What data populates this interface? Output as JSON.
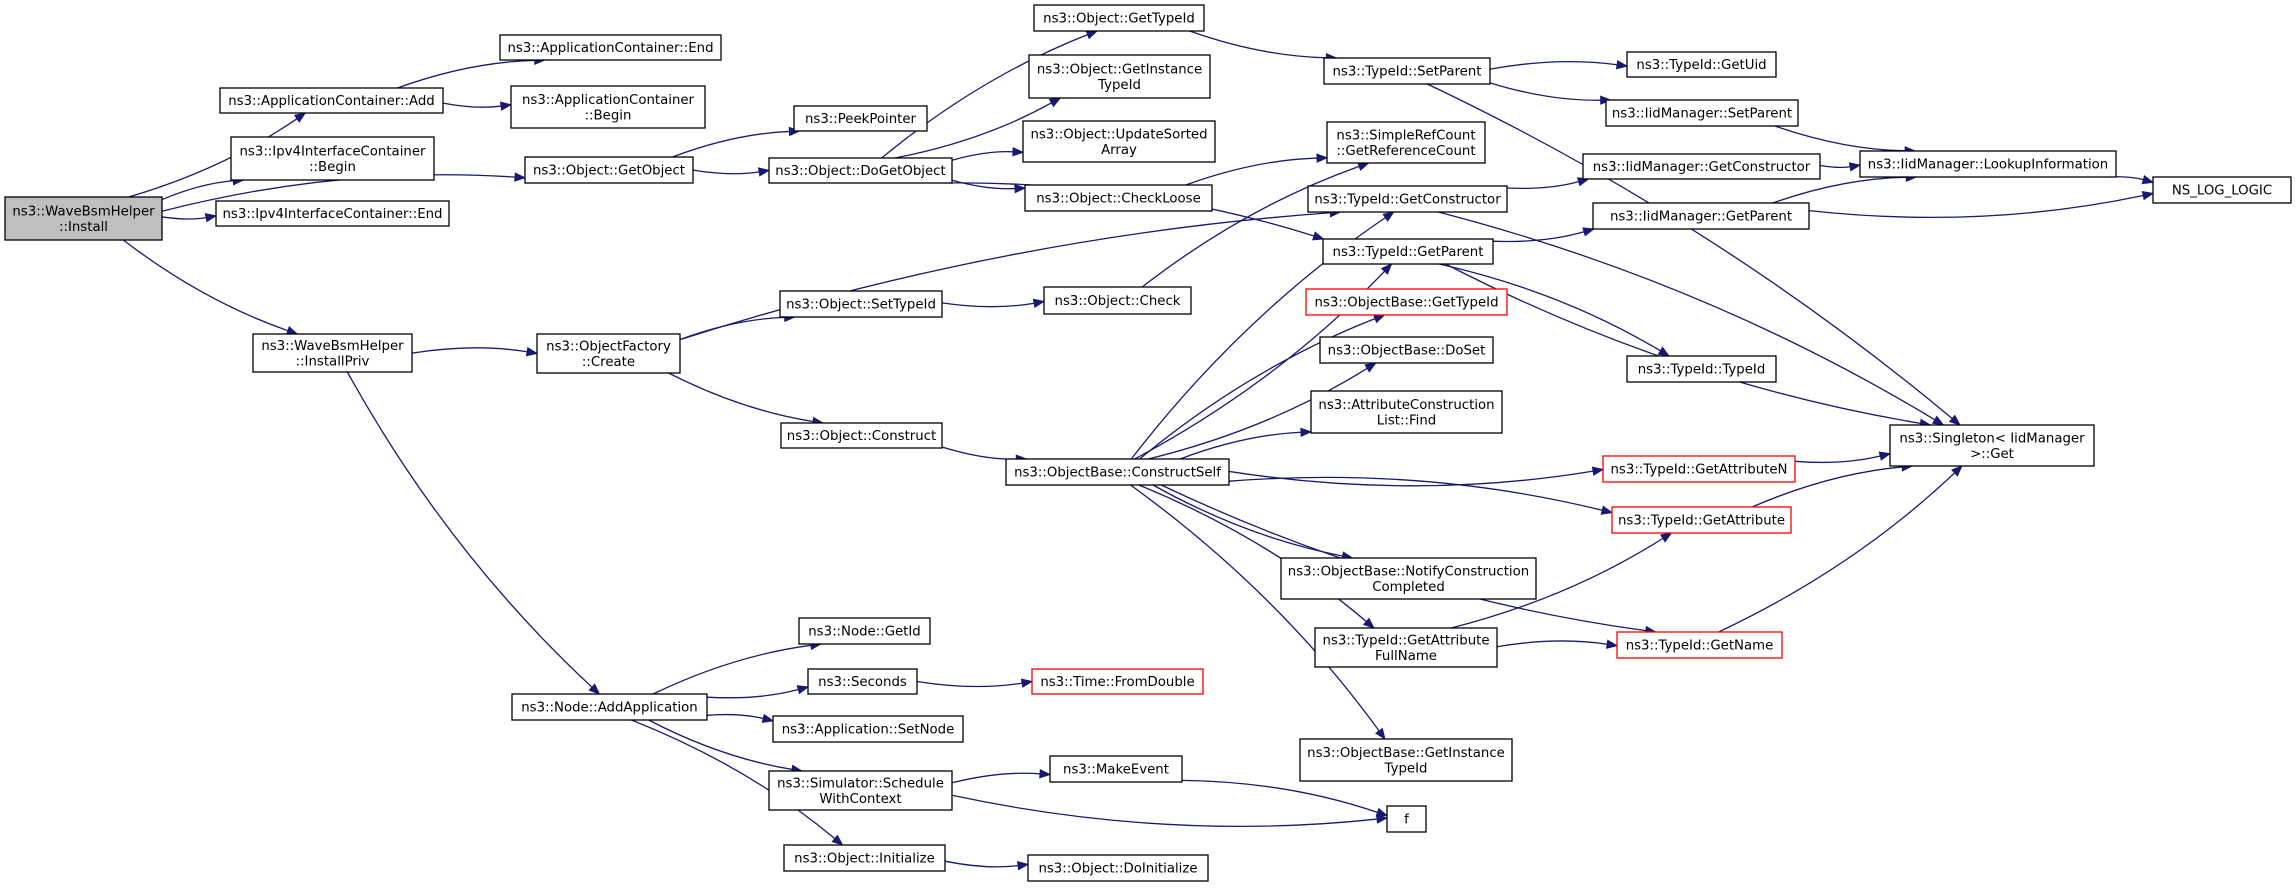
{
  "colors": {
    "edge": "#191970",
    "root_fill": "#bfbfbf",
    "red_border": "#ff0000",
    "border": "#000000"
  },
  "nodes": [
    {
      "id": "root",
      "lines": [
        "ns3::WaveBsmHelper",
        "::Install"
      ],
      "style": "root"
    },
    {
      "id": "appAdd",
      "lines": [
        "ns3::ApplicationContainer::Add"
      ]
    },
    {
      "id": "ipv4Begin",
      "lines": [
        "ns3::Ipv4InterfaceContainer",
        "::Begin"
      ]
    },
    {
      "id": "ipv4End",
      "lines": [
        "ns3::Ipv4InterfaceContainer::End"
      ]
    },
    {
      "id": "installPriv",
      "lines": [
        "ns3::WaveBsmHelper",
        "::InstallPriv"
      ]
    },
    {
      "id": "appEnd",
      "lines": [
        "ns3::ApplicationContainer::End"
      ]
    },
    {
      "id": "appBegin",
      "lines": [
        "ns3::ApplicationContainer",
        "::Begin"
      ]
    },
    {
      "id": "getObject",
      "lines": [
        "ns3::Object::GetObject"
      ]
    },
    {
      "id": "peek",
      "lines": [
        "ns3::PeekPointer"
      ]
    },
    {
      "id": "doGetObject",
      "lines": [
        "ns3::Object::DoGetObject"
      ]
    },
    {
      "id": "objGetTypeId",
      "lines": [
        "ns3::Object::GetTypeId"
      ]
    },
    {
      "id": "objGetInstTypeId",
      "lines": [
        "ns3::Object::GetInstance",
        "TypeId"
      ]
    },
    {
      "id": "updateSorted",
      "lines": [
        "ns3::Object::UpdateSorted",
        "Array"
      ]
    },
    {
      "id": "checkLoose",
      "lines": [
        "ns3::Object::CheckLoose"
      ]
    },
    {
      "id": "setParent",
      "lines": [
        "ns3::TypeId::SetParent"
      ]
    },
    {
      "id": "getUid",
      "lines": [
        "ns3::TypeId::GetUid"
      ]
    },
    {
      "id": "iidSetParent",
      "lines": [
        "ns3::IidManager::SetParent"
      ]
    },
    {
      "id": "simpleRef",
      "lines": [
        "ns3::SimpleRefCount",
        "::GetReferenceCount"
      ]
    },
    {
      "id": "iidGetCtor",
      "lines": [
        "ns3::IidManager::GetConstructor"
      ]
    },
    {
      "id": "lookup",
      "lines": [
        "ns3::IidManager::LookupInformation"
      ]
    },
    {
      "id": "nsLog",
      "lines": [
        "NS_LOG_LOGIC"
      ]
    },
    {
      "id": "typeGetCtor",
      "lines": [
        "ns3::TypeId::GetConstructor"
      ]
    },
    {
      "id": "typeGetParent",
      "lines": [
        "ns3::TypeId::GetParent"
      ]
    },
    {
      "id": "iidGetParent",
      "lines": [
        "ns3::IidManager::GetParent"
      ]
    },
    {
      "id": "objBaseGetTypeId",
      "lines": [
        "ns3::ObjectBase::GetTypeId"
      ],
      "style": "red"
    },
    {
      "id": "typeTypeId",
      "lines": [
        "ns3::TypeId::TypeId"
      ]
    },
    {
      "id": "doSet",
      "lines": [
        "ns3::ObjectBase::DoSet"
      ]
    },
    {
      "id": "attrFind",
      "lines": [
        "ns3::AttributeConstruction",
        "List::Find"
      ]
    },
    {
      "id": "singleton",
      "lines": [
        "ns3::Singleton< IidManager",
        ">::Get"
      ]
    },
    {
      "id": "setTypeId",
      "lines": [
        "ns3::Object::SetTypeId"
      ]
    },
    {
      "id": "objCheck",
      "lines": [
        "ns3::Object::Check"
      ]
    },
    {
      "id": "factoryCreate",
      "lines": [
        "ns3::ObjectFactory",
        "::Create"
      ]
    },
    {
      "id": "construct",
      "lines": [
        "ns3::Object::Construct"
      ]
    },
    {
      "id": "constructSelf",
      "lines": [
        "ns3::ObjectBase::ConstructSelf"
      ]
    },
    {
      "id": "getAttrN",
      "lines": [
        "ns3::TypeId::GetAttributeN"
      ],
      "style": "red"
    },
    {
      "id": "getAttr",
      "lines": [
        "ns3::TypeId::GetAttribute"
      ],
      "style": "red"
    },
    {
      "id": "notifyConstr",
      "lines": [
        "ns3::ObjectBase::NotifyConstruction",
        "Completed"
      ]
    },
    {
      "id": "getAttrFull",
      "lines": [
        "ns3::TypeId::GetAttribute",
        "FullName"
      ]
    },
    {
      "id": "getName",
      "lines": [
        "ns3::TypeId::GetName"
      ],
      "style": "red"
    },
    {
      "id": "objBaseGetInst",
      "lines": [
        "ns3::ObjectBase::GetInstance",
        "TypeId"
      ]
    },
    {
      "id": "nodeGetId",
      "lines": [
        "ns3::Node::GetId"
      ]
    },
    {
      "id": "seconds",
      "lines": [
        "ns3::Seconds"
      ]
    },
    {
      "id": "timeFromDouble",
      "lines": [
        "ns3::Time::FromDouble"
      ],
      "style": "red"
    },
    {
      "id": "addApp",
      "lines": [
        "ns3::Node::AddApplication"
      ]
    },
    {
      "id": "appSetNode",
      "lines": [
        "ns3::Application::SetNode"
      ]
    },
    {
      "id": "schedule",
      "lines": [
        "ns3::Simulator::Schedule",
        "WithContext"
      ]
    },
    {
      "id": "makeEvent",
      "lines": [
        "ns3::MakeEvent"
      ]
    },
    {
      "id": "f",
      "lines": [
        "f"
      ]
    },
    {
      "id": "objInit",
      "lines": [
        "ns3::Object::Initialize"
      ]
    },
    {
      "id": "doInit",
      "lines": [
        "ns3::Object::DoInitialize"
      ]
    }
  ],
  "edges": [
    [
      "root",
      "appAdd"
    ],
    [
      "root",
      "ipv4Begin"
    ],
    [
      "root",
      "ipv4End"
    ],
    [
      "root",
      "getObject"
    ],
    [
      "root",
      "installPriv"
    ],
    [
      "appAdd",
      "appEnd"
    ],
    [
      "appAdd",
      "appBegin"
    ],
    [
      "getObject",
      "peek"
    ],
    [
      "getObject",
      "doGetObject"
    ],
    [
      "doGetObject",
      "objGetTypeId"
    ],
    [
      "doGetObject",
      "objGetInstTypeId"
    ],
    [
      "doGetObject",
      "updateSorted"
    ],
    [
      "doGetObject",
      "checkLoose"
    ],
    [
      "doGetObject",
      "typeGetParent"
    ],
    [
      "objGetTypeId",
      "setParent"
    ],
    [
      "setParent",
      "getUid"
    ],
    [
      "setParent",
      "iidSetParent"
    ],
    [
      "setParent",
      "singleton"
    ],
    [
      "iidSetParent",
      "lookup"
    ],
    [
      "checkLoose",
      "simpleRef"
    ],
    [
      "typeGetCtor",
      "iidGetCtor"
    ],
    [
      "typeGetCtor",
      "singleton"
    ],
    [
      "iidGetCtor",
      "lookup"
    ],
    [
      "lookup",
      "nsLog"
    ],
    [
      "typeGetParent",
      "iidGetParent"
    ],
    [
      "typeGetParent",
      "typeTypeId"
    ],
    [
      "typeGetParent",
      "singleton"
    ],
    [
      "iidGetParent",
      "lookup"
    ],
    [
      "iidGetParent",
      "nsLog"
    ],
    [
      "installPriv",
      "factoryCreate"
    ],
    [
      "installPriv",
      "addApp"
    ],
    [
      "factoryCreate",
      "setTypeId"
    ],
    [
      "factoryCreate",
      "construct"
    ],
    [
      "factoryCreate",
      "typeGetCtor"
    ],
    [
      "setTypeId",
      "objCheck"
    ],
    [
      "objCheck",
      "simpleRef"
    ],
    [
      "construct",
      "constructSelf"
    ],
    [
      "constructSelf",
      "typeGetCtor"
    ],
    [
      "constructSelf",
      "typeGetParent"
    ],
    [
      "constructSelf",
      "objBaseGetTypeId"
    ],
    [
      "constructSelf",
      "doSet"
    ],
    [
      "constructSelf",
      "attrFind"
    ],
    [
      "constructSelf",
      "getAttrN"
    ],
    [
      "constructSelf",
      "getAttr"
    ],
    [
      "constructSelf",
      "notifyConstr"
    ],
    [
      "constructSelf",
      "getAttrFull"
    ],
    [
      "constructSelf",
      "getName"
    ],
    [
      "constructSelf",
      "objBaseGetInst"
    ],
    [
      "getAttrN",
      "singleton"
    ],
    [
      "getAttr",
      "singleton"
    ],
    [
      "getAttrFull",
      "getAttr"
    ],
    [
      "getAttrFull",
      "getName"
    ],
    [
      "getName",
      "singleton"
    ],
    [
      "addApp",
      "nodeGetId"
    ],
    [
      "addApp",
      "seconds"
    ],
    [
      "addApp",
      "appSetNode"
    ],
    [
      "addApp",
      "schedule"
    ],
    [
      "addApp",
      "objInit"
    ],
    [
      "seconds",
      "timeFromDouble"
    ],
    [
      "schedule",
      "makeEvent"
    ],
    [
      "schedule",
      "f"
    ],
    [
      "makeEvent",
      "f"
    ],
    [
      "objInit",
      "doInit"
    ]
  ]
}
